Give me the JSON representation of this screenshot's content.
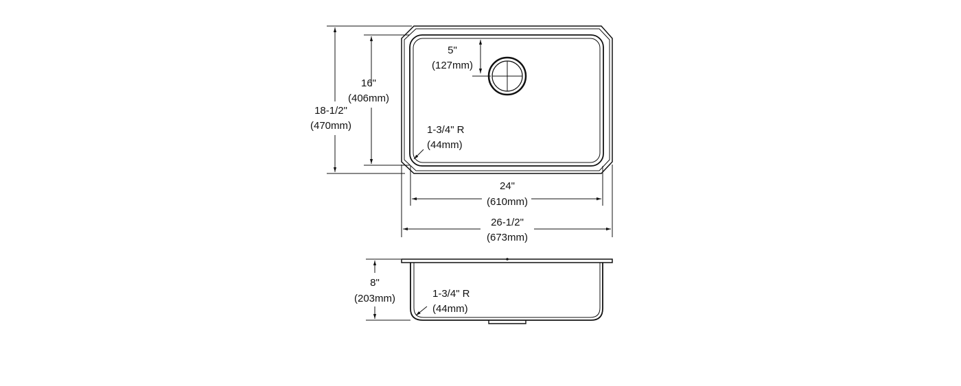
{
  "top_view": {
    "bowl_width": {
      "imperial": "24\"",
      "metric": "(610mm)"
    },
    "overall_width": {
      "imperial": "26-1/2\"",
      "metric": "(673mm)"
    },
    "bowl_depth": {
      "imperial": "16\"",
      "metric": "(406mm)"
    },
    "overall_depth": {
      "imperial": "18-1/2\"",
      "metric": "(470mm)"
    },
    "drain_offset": {
      "imperial": "5\"",
      "metric": "(127mm)"
    },
    "corner_radius": {
      "imperial": "1-3/4\" R",
      "metric": "(44mm)"
    }
  },
  "side_view": {
    "bowl_height": {
      "imperial": "8\"",
      "metric": "(203mm)"
    },
    "corner_radius": {
      "imperial": "1-3/4\" R",
      "metric": "(44mm)"
    }
  },
  "colors": {
    "line": "#111111",
    "background": "#ffffff"
  }
}
